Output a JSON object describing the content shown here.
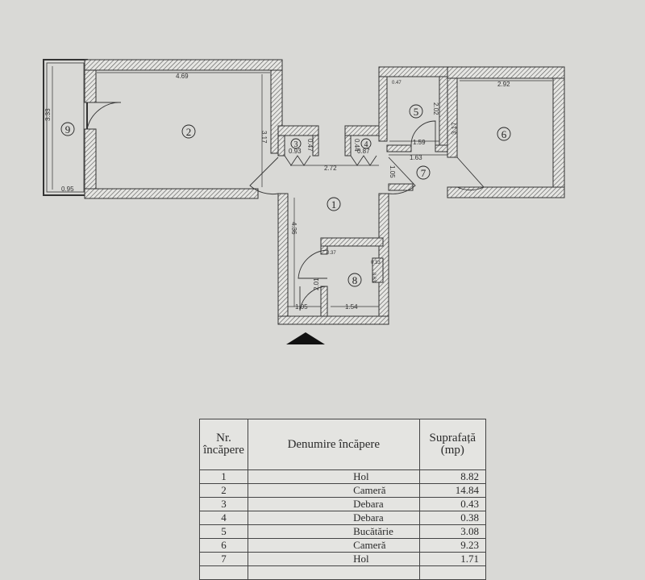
{
  "plan": {
    "rooms": [
      "1",
      "2",
      "3",
      "4",
      "5",
      "6",
      "7",
      "8",
      "9"
    ],
    "dimensions": {
      "room2_width": "4.69",
      "room2_height": "3.17",
      "room9_height": "3.33",
      "room9_width": "0.95",
      "room3_width": "0.93",
      "room3_height": "0.47",
      "room4_height": "0.44",
      "room4_width": "0.87",
      "hall_width": "2.72",
      "hall_length": "4.36",
      "room7_height": "1.05",
      "room7_width": "1.63",
      "room5_width": "1.59",
      "room5_height": "2.02",
      "room5_niche": "0.47",
      "room6_width": "2.92",
      "room6_height": "3.17",
      "room8_height": "2.01",
      "room8_width": "1.54",
      "entry_width": "1.05",
      "room8_niche_a": "0.37",
      "room8_niche_b": "0.33",
      "room8_niche_c": "0.63"
    }
  },
  "table": {
    "headers": [
      "Nr. încăpere",
      "Denumire încăpere",
      "Suprafață (mp)"
    ],
    "rows": [
      {
        "nr": "1",
        "name": "Hol",
        "area": "8.82"
      },
      {
        "nr": "2",
        "name": "Cameră",
        "area": "14.84"
      },
      {
        "nr": "3",
        "name": "Debara",
        "area": "0.43"
      },
      {
        "nr": "4",
        "name": "Debara",
        "area": "0.38"
      },
      {
        "nr": "5",
        "name": "Bucătărie",
        "area": "3.08"
      },
      {
        "nr": "6",
        "name": "Cameră",
        "area": "9.23"
      },
      {
        "nr": "7",
        "name": "Hol",
        "area": "1.71"
      }
    ]
  }
}
